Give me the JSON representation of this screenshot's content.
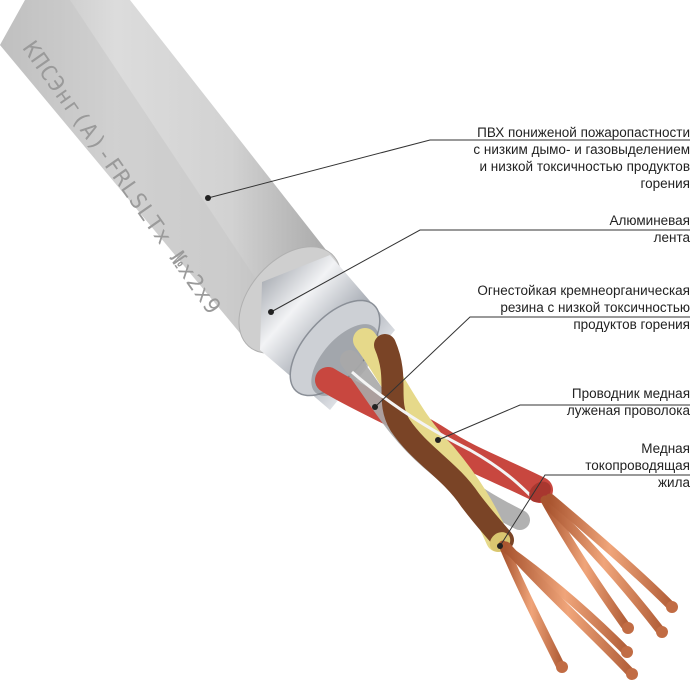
{
  "cable_marking": "КПСЭнг(А)-FRLSLTx №x2x9",
  "colors": {
    "sheath": "#d4d4d4",
    "foil": "#b8bcc4",
    "insulation_red": "#c8473f",
    "insulation_brown": "#7a4426",
    "insulation_yellow": "#e6d98a",
    "copper": "#d07a4e",
    "leader": "#333333"
  },
  "callouts": [
    {
      "id": "sheath",
      "lines": [
        "ПВХ пониженой пожаропастности",
        "с низким дымо- и газовыделением",
        "и низкой токсичностью продуктов",
        "горения"
      ]
    },
    {
      "id": "foil",
      "lines": [
        "Алюминевая",
        "лента"
      ]
    },
    {
      "id": "insulation",
      "lines": [
        "Огнестойкая кремнеорганическая",
        "резина с низкой токсичностью",
        "продуктов горения"
      ]
    },
    {
      "id": "drain",
      "lines": [
        "Проводник медная",
        "луженая проволока"
      ]
    },
    {
      "id": "conductor",
      "lines": [
        "Медная",
        "токопроводящая",
        "жила"
      ]
    }
  ]
}
